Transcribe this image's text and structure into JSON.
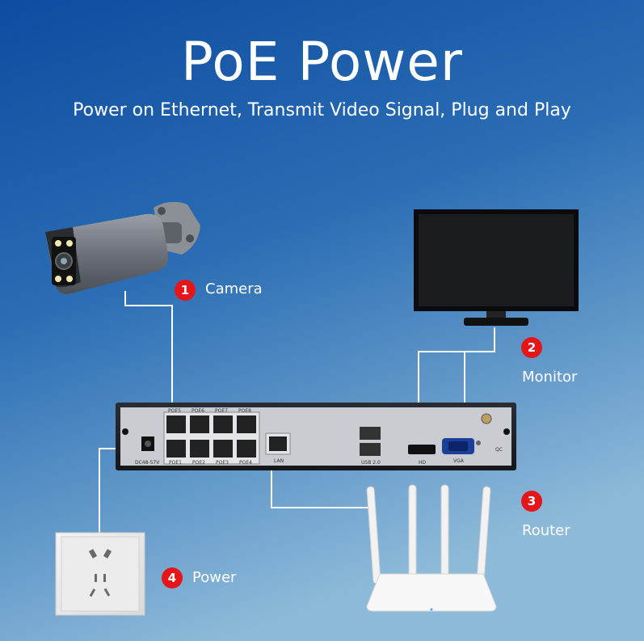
{
  "title": "PoE Power",
  "subtitle": "Power on Ethernet, Transmit Video Signal, Plug and Play",
  "colors": {
    "bg_top": "#0f4fa3",
    "bg_bottom": "#86b6d8",
    "badge": "#e4161a"
  },
  "devices": [
    {
      "number": "1",
      "label": "Camera",
      "icon": "bullet-camera-icon"
    },
    {
      "number": "2",
      "label": "Monitor",
      "icon": "monitor-icon"
    },
    {
      "number": "3",
      "label": "Router",
      "icon": "router-icon"
    },
    {
      "number": "4",
      "label": "Power",
      "icon": "power-outlet-icon"
    }
  ],
  "nvr": {
    "ports_top": [
      "POE5",
      "POE6",
      "POE7",
      "POE8"
    ],
    "ports_bottom": [
      "POE1",
      "POE2",
      "POE3",
      "POE4"
    ],
    "dc_label": "DC48-57V",
    "lan_label": "LAN",
    "usb_label": "USB 2.0",
    "hd_label": "HD",
    "vga_label": "VGA",
    "qc_label": "QC"
  }
}
